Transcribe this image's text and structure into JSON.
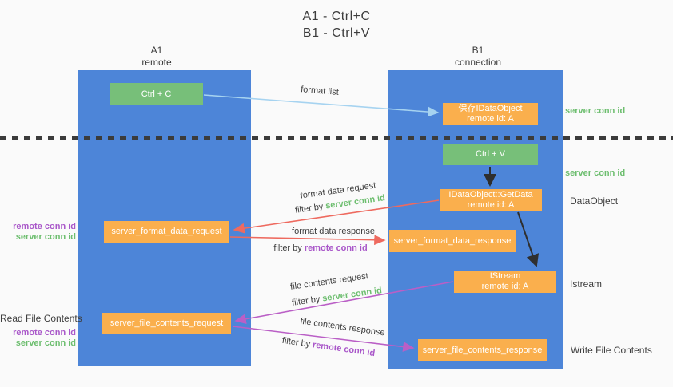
{
  "title": {
    "line1": "A1 - Ctrl+C",
    "line2": "B1 - Ctrl+V"
  },
  "columns": {
    "left": {
      "name": "A1",
      "subtitle": "remote"
    },
    "right": {
      "name": "B1",
      "subtitle": "connection"
    }
  },
  "nodes": {
    "ctrl_c": {
      "label": "Ctrl + C"
    },
    "save_idataobject": {
      "line1": "保存IDataObject",
      "line2": "remote id: A"
    },
    "ctrl_v": {
      "label": "Ctrl + V"
    },
    "getdata": {
      "line1": "IDataObject::GetData",
      "line2": "remote id: A"
    },
    "server_format_data_request": {
      "label": "server_format_data_request"
    },
    "server_format_data_response": {
      "label": "server_format_data_response"
    },
    "istream": {
      "line1": "IStream",
      "line2": "remote id: A"
    },
    "server_file_contents_request": {
      "label": "server_file_contents_request"
    },
    "server_file_contents_response": {
      "label": "server_file_contents_response"
    }
  },
  "flow_labels": {
    "format_list": "format list",
    "format_data_request": "format data request",
    "format_data_response": "format data response",
    "file_contents_request": "file contents request",
    "file_contents_response": "file contents response",
    "filter_by": "filter by ",
    "server_conn_id": "server conn id",
    "remote_conn_id": "remote conn id"
  },
  "side_labels": {
    "server_conn_id": "server conn id",
    "remote_conn_id": "remote conn id",
    "data_object": "DataObject",
    "istream": "Istream",
    "write_file_contents": "Write File Contents",
    "read_file_contents": "Read File Contents"
  },
  "colors": {
    "lane_blue": "#4D85D8",
    "box_green": "#77BF79",
    "box_orange": "#FAAF4D",
    "arrow_light_blue": "#A6D3F0",
    "arrow_red": "#EE6A5F",
    "arrow_magenta": "#BA5FC6",
    "arrow_black": "#2F2F2F",
    "id_green": "#6DBE6F",
    "id_purple": "#A957C9",
    "text_dark": "#3d3d3d",
    "background": "#fafafa"
  }
}
